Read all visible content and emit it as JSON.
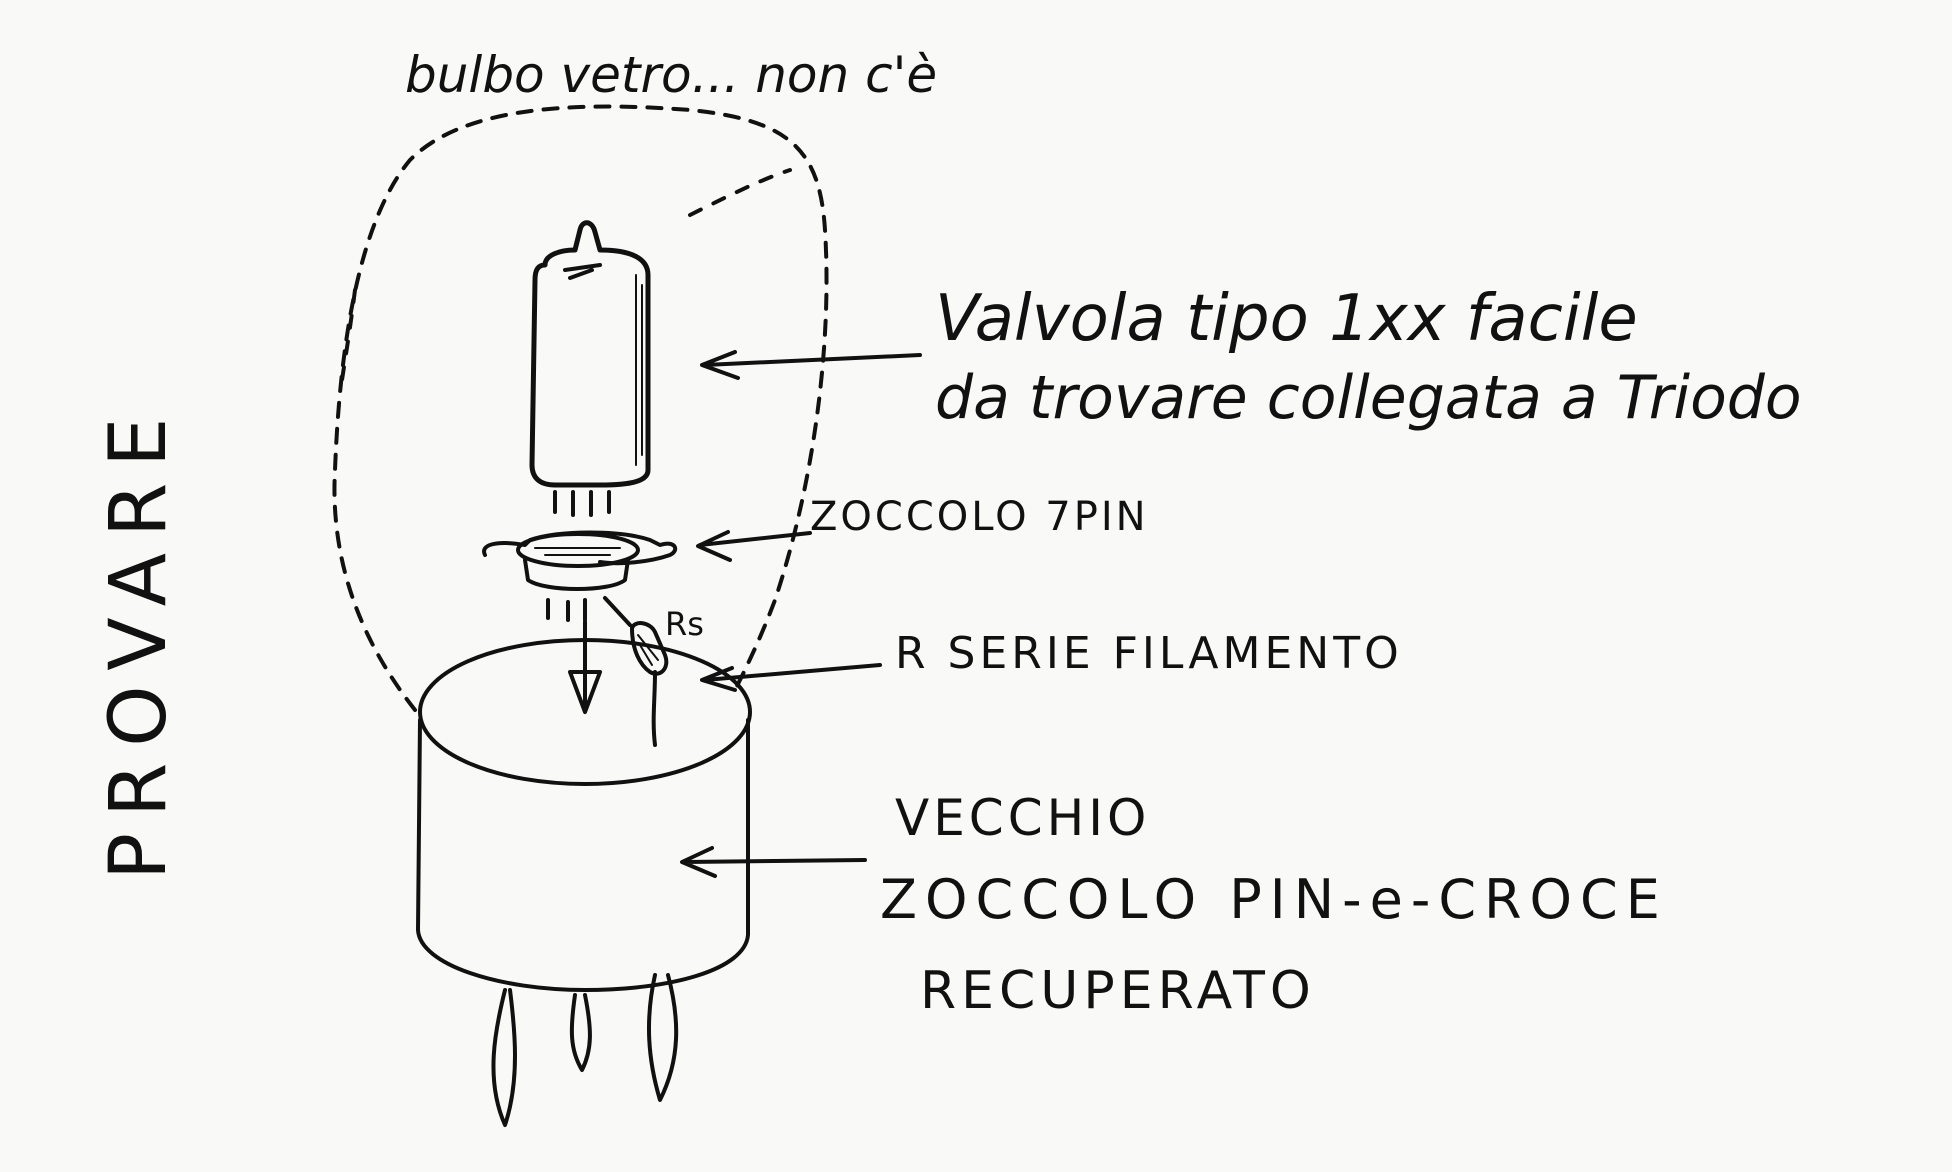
{
  "sketch": {
    "top_note": "bulbo vetro... non c'è",
    "side_note": "PROVARE",
    "label_valve_line1": "Valvola tipo 1xx facile",
    "label_valve_line2": "da trovare collegata a Triodo",
    "label_socket": "ZOCCOLO 7PIN",
    "label_rs": "Rs",
    "label_resistor": "R SERIE FILAMENTO",
    "label_base_line1": "VECCHIO",
    "label_base_line2": "ZOCCOLO PIN-e-CROCE",
    "label_base_line3": "RECUPERATO"
  },
  "colors": {
    "paper": "#f9f9f7",
    "ink": "#111111"
  }
}
